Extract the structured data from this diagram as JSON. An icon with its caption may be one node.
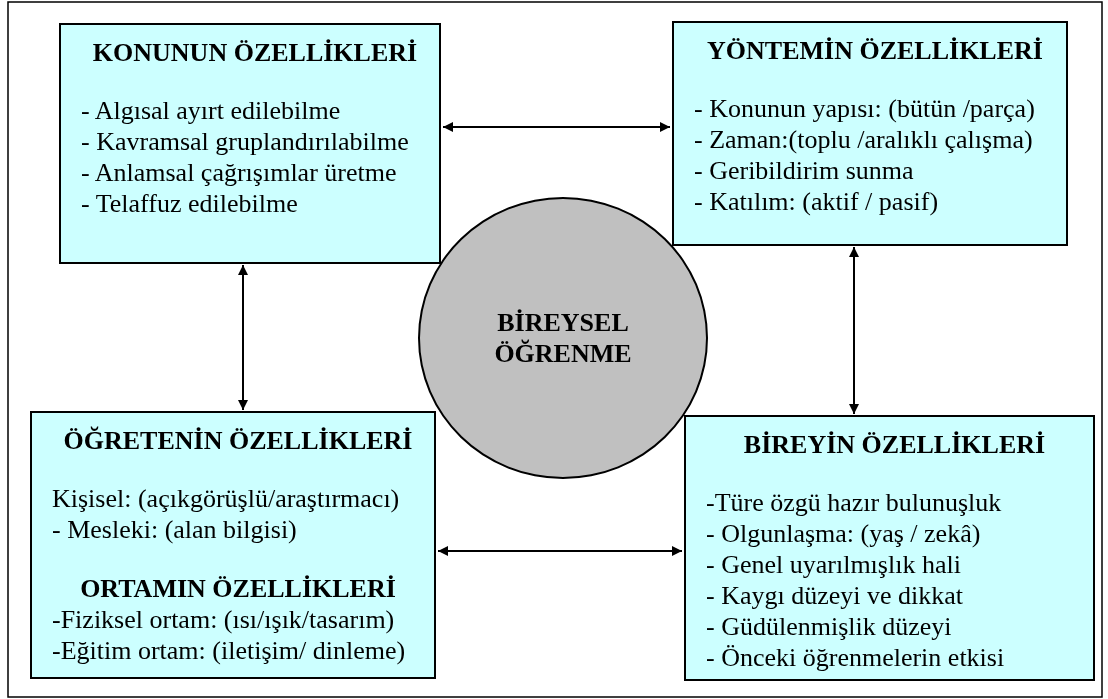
{
  "diagram": {
    "nodes": [
      {
        "text": [
          "KONUNUN ÖZELLİKLERİ",
          "- Algısal ayırt edilebilme",
          "- Kavramsal gruplandırılabilme",
          "- Anlamsal çağrışımlar üretme",
          "- Telaffuz edilebilme"
        ]
      },
      {
        "text": [
          "YÖNTEMİN ÖZELLİKLERİ",
          "- Konunun yapısı: (bütün /parça)",
          "- Zaman:(toplu /aralıklı çalışma)",
          "- Geribildirim sunma",
          "- Katılım: (aktif / pasif)"
        ]
      },
      {
        "text": [
          "BİREYSEL ÖĞRENME"
        ]
      },
      {
        "text": [
          "ÖĞRETENİN ÖZELLİKLERİ",
          "Kişisel: (açıkgörüşlü/araştırmacı)",
          "- Mesleki: (alan bilgisi)",
          "ORTAMIN ÖZELLİKLERİ",
          "-Fiziksel ortam: (ısı/ışık/tasarım)",
          "-Eğitim ortam: (iletişim/ dinleme)"
        ]
      },
      {
        "text": [
          "BİREYİN ÖZELLİKLERİ",
          "-Türe özgü hazır bulunuşluk",
          "- Olgunlaşma: (yaş / zekâ)",
          "- Genel uyarılmışlık hali",
          "- Kaygı düzeyi ve dikkat",
          "- Güdülenmişlik düzeyi",
          "- Önceki öğrenmelerin etkisi"
        ]
      }
    ],
    "edges": [
      {
        "from": 0,
        "to": 1,
        "arrow": "both"
      },
      {
        "from": 0,
        "to": 3,
        "arrow": "both"
      },
      {
        "from": 1,
        "to": 4,
        "arrow": "both"
      },
      {
        "from": 3,
        "to": 4,
        "arrow": "both"
      }
    ]
  }
}
